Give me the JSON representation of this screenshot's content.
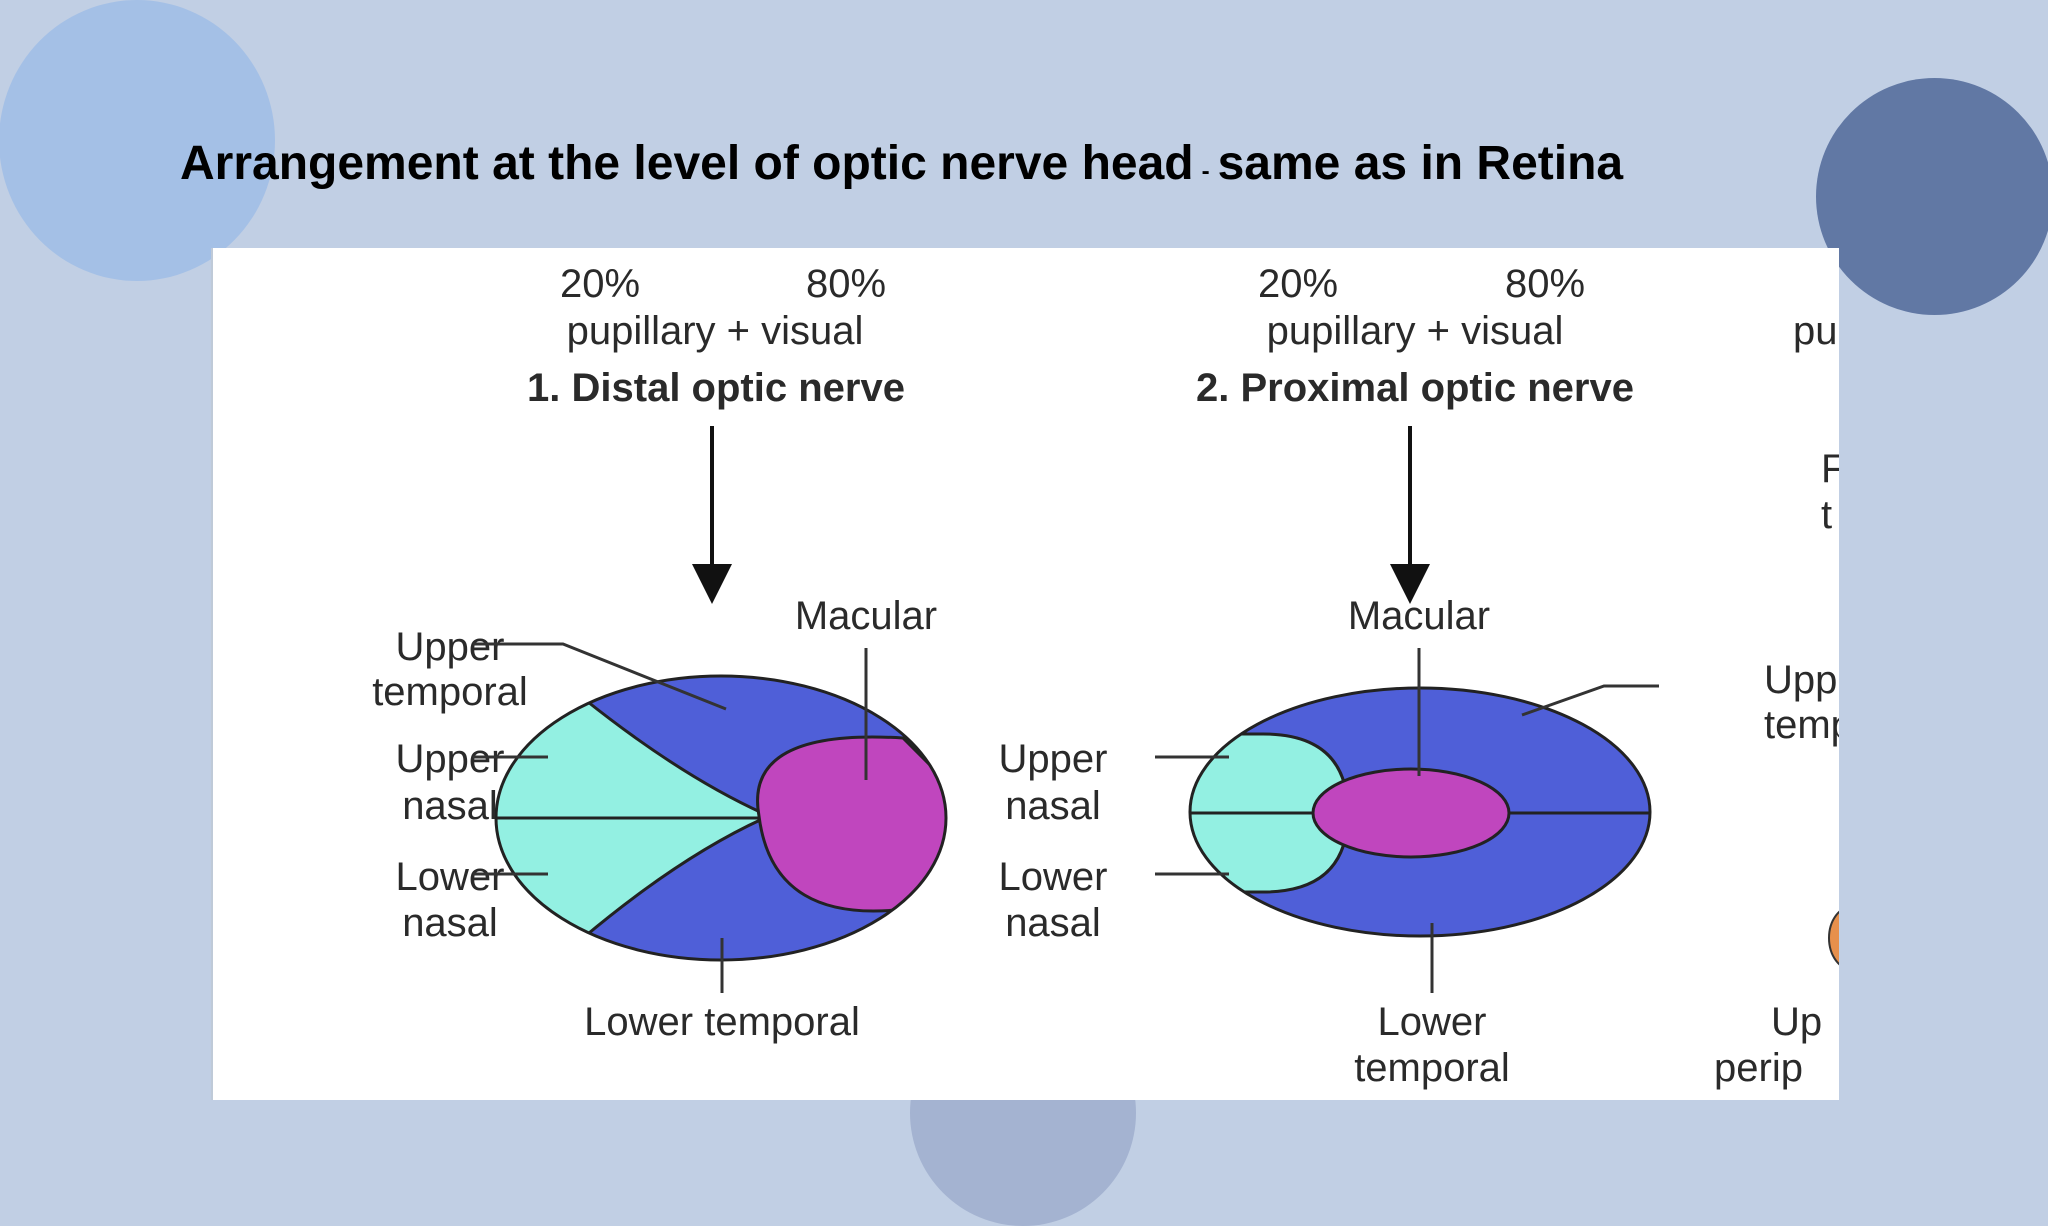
{
  "slide": {
    "title_main": "Arrangement at the level of optic nerve head",
    "title_sep": "-",
    "title_tail": "same as in Retina"
  },
  "colors": {
    "background": "#c1cfe4",
    "temporal_fibers": "#4f5fd8",
    "nasal_fibers": "#93f0e2",
    "macular_fibers": "#c046be"
  },
  "diagram": {
    "panel1": {
      "pct_pupillary": "20%",
      "pct_visual": "80%",
      "fiber_line": "pupillary + visual",
      "title": "1. Distal optic nerve",
      "labels": {
        "macular": "Macular",
        "upper_temporal_1": "Upper",
        "upper_temporal_2": "temporal",
        "upper_nasal_1": "Upper",
        "upper_nasal_2": "nasal",
        "lower_nasal_1": "Lower",
        "lower_nasal_2": "nasal",
        "lower_temporal": "Lower temporal"
      }
    },
    "panel2": {
      "pct_pupillary": "20%",
      "pct_visual": "80%",
      "fiber_line": "pupillary + visual",
      "title": "2. Proximal optic nerve",
      "labels": {
        "macular": "Macular",
        "upper_temporal_1": "Upper",
        "upper_temporal_2": "tempo",
        "upper_nasal_1": "Upper",
        "upper_nasal_2": "nasal",
        "lower_nasal_1": "Lower",
        "lower_nasal_2": "nasal",
        "lower_temporal_1": "Lower",
        "lower_temporal_2": "temporal"
      }
    },
    "panel3_cut": {
      "t1": "pu",
      "t2": "F",
      "t3": "t",
      "t4": "Up",
      "t5": "perip"
    }
  }
}
